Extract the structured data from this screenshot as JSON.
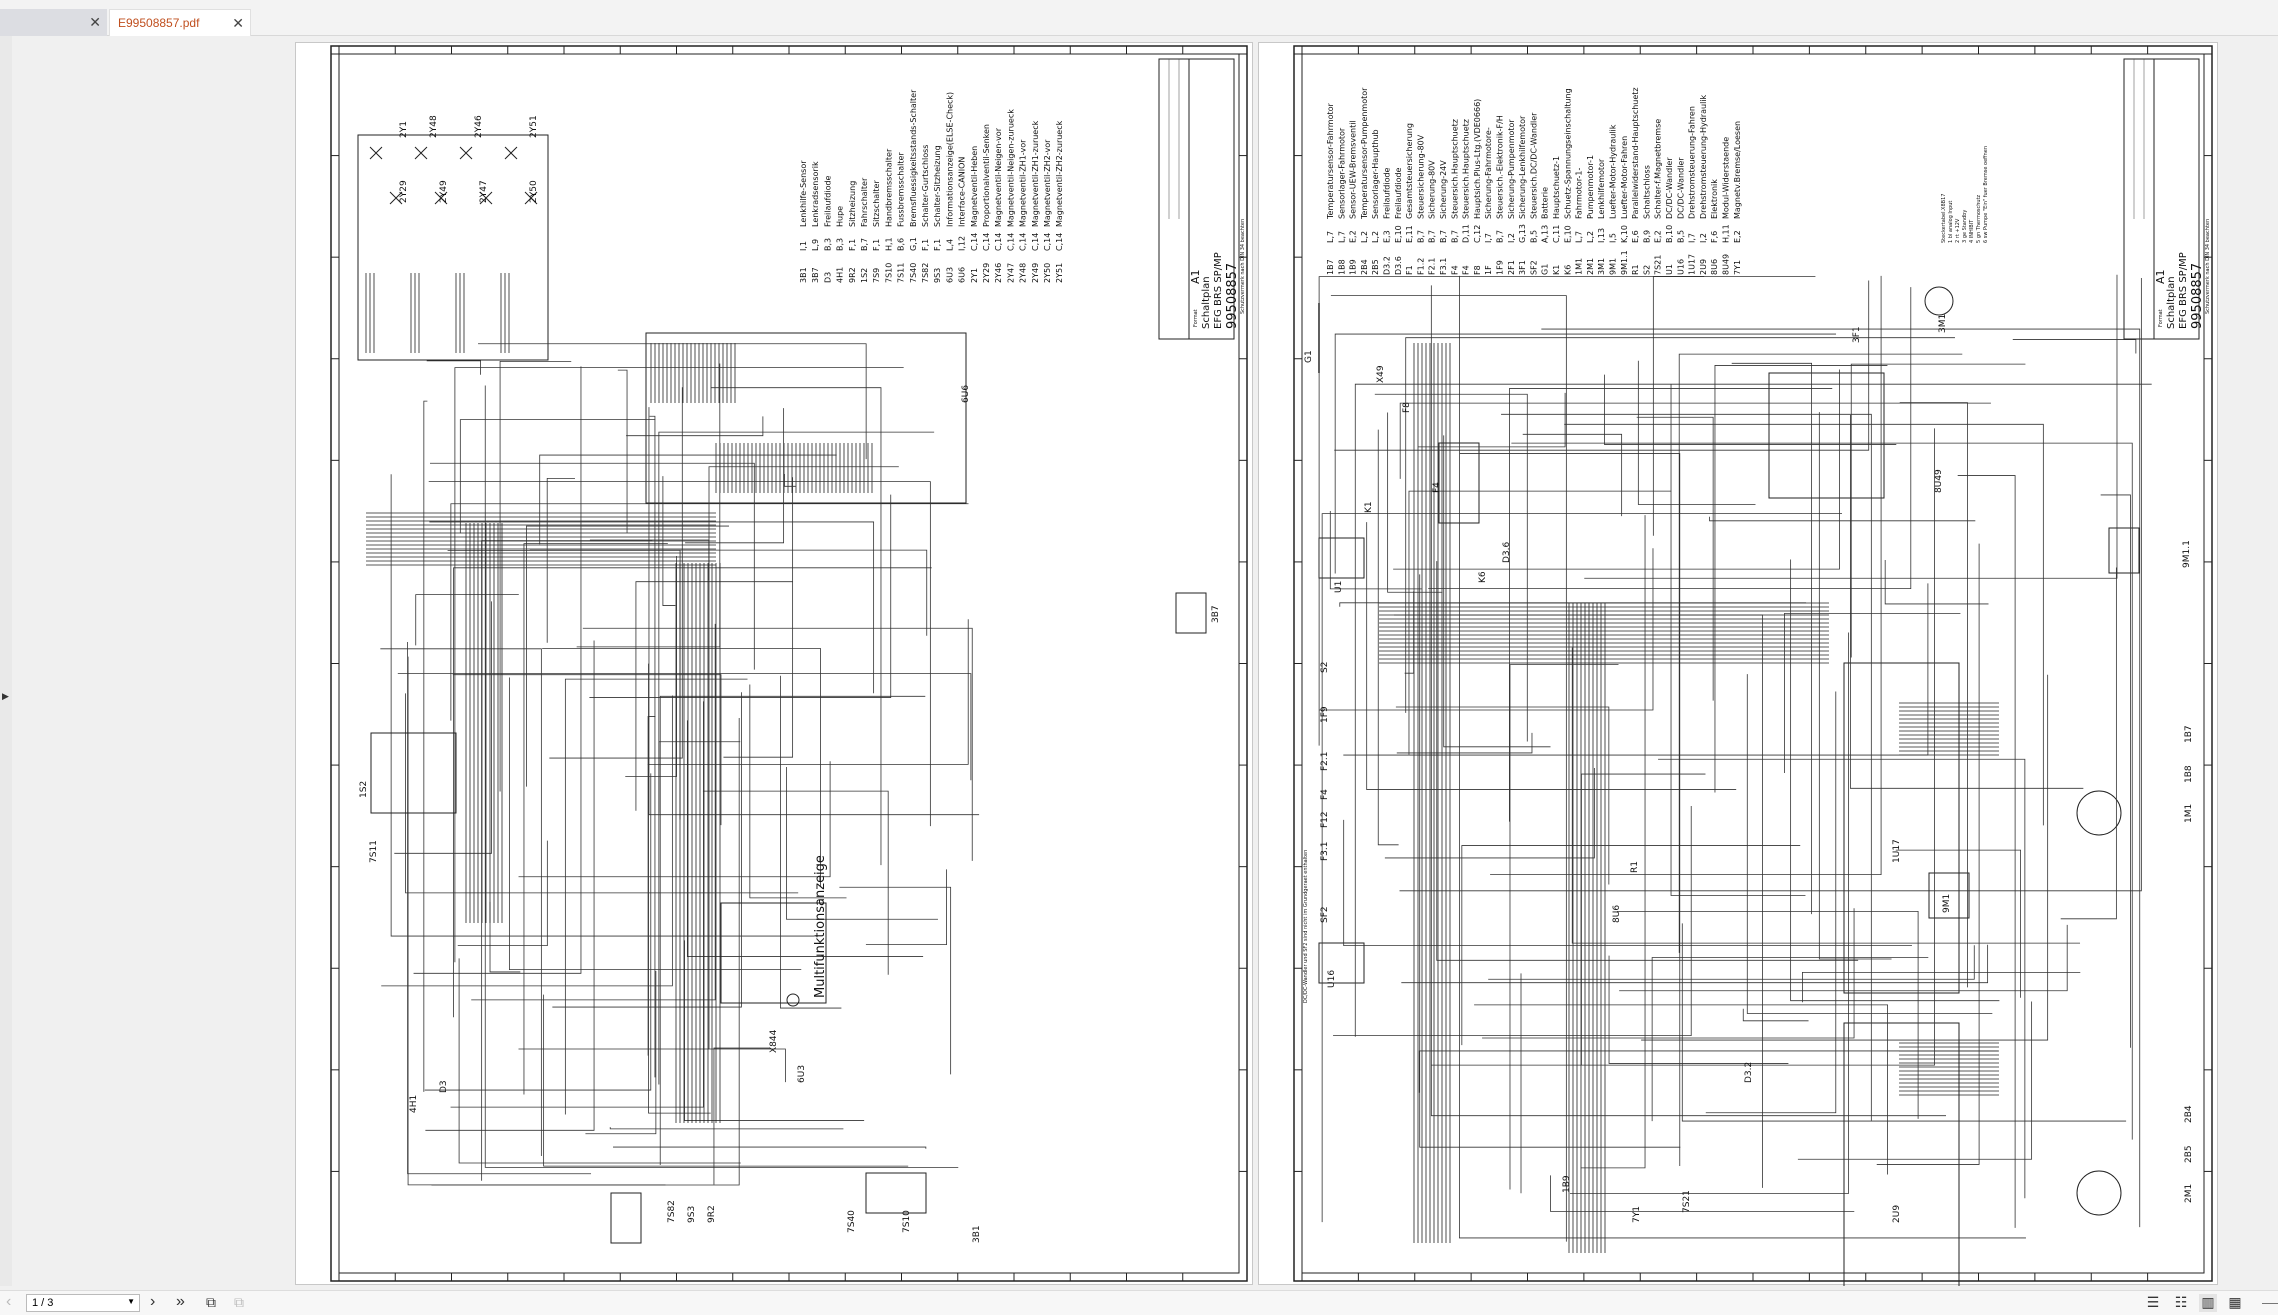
{
  "tabs": [
    {
      "label": "",
      "close": "✕"
    },
    {
      "label": "E99508857.pdf",
      "close": "✕",
      "active": true
    }
  ],
  "toolbar": {
    "page_value": "1 / 3",
    "prev": "‹",
    "next": "›",
    "last": "»"
  },
  "title_block": {
    "format_label": "Format",
    "format": "A1",
    "title1": "Schaltplan",
    "title2": "EFG BRS SP/MP",
    "drawing_no": "99508857",
    "notice": "Schutzvermerk nach DIN 34 beachten"
  },
  "page1": {
    "legend": [
      [
        "3B1",
        "I,1",
        "Lenkhilfe-Sensor"
      ],
      [
        "3B7",
        "L,9",
        "Lenkradsensorik"
      ],
      [
        "D3",
        "B,3",
        "Freilaufdiode"
      ],
      [
        "4H1",
        "B,3",
        "Hupe"
      ],
      [
        "9R2",
        "F,1",
        "Sitzheizung"
      ],
      [
        "1S2",
        "B,7",
        "Fahrschalter"
      ],
      [
        "7S9",
        "F,1",
        "Sitzschalter"
      ],
      [
        "7S10",
        "H,1",
        "Handbremsschalter"
      ],
      [
        "7S11",
        "B,6",
        "Fussbremsschalter"
      ],
      [
        "7S40",
        "G,1",
        "Bremsfluessigkeitsstands-Schalter"
      ],
      [
        "7S82",
        "F,1",
        "Schalter-Gurtschloss"
      ],
      [
        "9S3",
        "F,1",
        "Schalter-Sitzheizung"
      ],
      [
        "6U3",
        "L,4",
        "Informationsanzeige(ELSE-Check)"
      ],
      [
        "6U6",
        "I,12",
        "Interface-CANION"
      ],
      [
        "2Y1",
        "C,14",
        "Magnetventil-Heben"
      ],
      [
        "2Y29",
        "C,14",
        "Proportionalventil-Senken"
      ],
      [
        "2Y46",
        "C,14",
        "Magnetventil-Neigen-vor"
      ],
      [
        "2Y47",
        "C,14",
        "Magnetventil-Neigen-zurueck"
      ],
      [
        "2Y48",
        "C,14",
        "Magnetventil-ZH1-vor"
      ],
      [
        "2Y49",
        "C,14",
        "Magnetventil-ZH1-zurueck"
      ],
      [
        "2Y50",
        "C,14",
        "Magnetventil-ZH2-vor"
      ],
      [
        "2Y51",
        "C,14",
        "Magnetventil-ZH2-zurueck"
      ]
    ],
    "components": [
      "2Y1",
      "2Y48",
      "2Y46",
      "2Y51",
      "2Y29",
      "2Y49",
      "2Y47",
      "2Y50",
      "6U6",
      "3B7",
      "1S2",
      "7S11",
      "4H1",
      "D3",
      "9S3",
      "7S82",
      "9R2",
      "7S40",
      "7S10",
      "3B1",
      "X844",
      "6U3"
    ],
    "display_label": "Multifunktionsanzeige"
  },
  "page2": {
    "legend": [
      [
        "1B7",
        "L,7",
        "Temperatursensor-Fahrmotor"
      ],
      [
        "1B8",
        "L,7",
        "Sensorlager-Fahrmotor"
      ],
      [
        "1B9",
        "E,2",
        "Sensor-UEW-Bremsventil"
      ],
      [
        "2B4",
        "L,2",
        "Temperatursensor-Pumpenmotor"
      ],
      [
        "2B5",
        "L,2",
        "Sensorlager-Haupthub"
      ],
      [
        "D3.2",
        "E,3",
        "Freilaufdiode"
      ],
      [
        "D3.6",
        "E,10",
        "Freilaufdiode"
      ],
      [
        "F1",
        "E,11",
        "Gesamtsteuersicherung"
      ],
      [
        "F1.2",
        "B,7",
        "Steuersicherung-80V"
      ],
      [
        "F2.1",
        "B,7",
        "Sicherung-80V"
      ],
      [
        "F3.1",
        "B,7",
        "Sicherung-24V"
      ],
      [
        "F4",
        "B,7",
        "Steuersich.Hauptschuetz"
      ],
      [
        "F4",
        "D,11",
        "Steuersich.Hauptschuetz"
      ],
      [
        "F8",
        "C,12",
        "Hauptsich.Plus-Ltg.(VDE0666)"
      ],
      [
        "1F",
        "I,7",
        "Sicherung-Fahrmotore-"
      ],
      [
        "1F9",
        "B,7",
        "Steuersich.-Elektronik-F/H"
      ],
      [
        "2F1",
        "I,2",
        "Sicherung-Pumpenmotor"
      ],
      [
        "3F1",
        "G,13",
        "Sicherung-Lenkhilfemotor"
      ],
      [
        "SF2",
        "B,5",
        "Steuersich.DC/DC-Wandler"
      ],
      [
        "G1",
        "A,13",
        "Batterie"
      ],
      [
        "K1",
        "C,11",
        "Hauptschuetz-1"
      ],
      [
        "K6",
        "E,10",
        "Schuetz-Spannungseinschaltung"
      ],
      [
        "1M1",
        "L,7",
        "Fahrmotor-1-"
      ],
      [
        "2M1",
        "L,2",
        "Pumpenmotor-1"
      ],
      [
        "3M1",
        "I,13",
        "Lenkhilfemotor"
      ],
      [
        "9M1",
        "I,5",
        "Luefter-Motor-Hydraulik"
      ],
      [
        "9M1.1",
        "K,10",
        "Luefter-Motor-Fahren"
      ],
      [
        "R1",
        "E,6",
        "Parallelwiderstand-Hauptschuetz"
      ],
      [
        "S2",
        "B,9",
        "Schaltschloss"
      ],
      [
        "7S21",
        "E,2",
        "Schalter-f.Magnetbremse"
      ],
      [
        "U1",
        "B,10",
        "DC/DC-Wandler"
      ],
      [
        "U16",
        "B,5",
        "DC/DC-Wandler"
      ],
      [
        "1U17",
        "I,7",
        "Drehstromsteuerung-Fahren"
      ],
      [
        "2U9",
        "I,2",
        "Drehstromsteuerung-Hydraulik"
      ],
      [
        "8U6",
        "F,6",
        "Elektronik"
      ],
      [
        "8U49",
        "H,11",
        "Modul-Widerstaende"
      ],
      [
        "7Y1",
        "E,2",
        "Magnetv.Bremse/Loesen"
      ]
    ],
    "components": [
      "G1",
      "F8",
      "X49",
      "K1",
      "F4",
      "K6",
      "D3.6",
      "U1",
      "S2",
      "1F9",
      "F2.1",
      "F12",
      "F4",
      "F3.1",
      "SF2",
      "U16",
      "R1",
      "8U6",
      "D3.2",
      "1B9",
      "7Y1",
      "7S21",
      "3M1",
      "3F1",
      "8U49",
      "9M1.1",
      "1B7",
      "1B8",
      "1M1",
      "1U17",
      "9M1",
      "2B4",
      "2B5",
      "2M1",
      "2U9"
    ],
    "plug_notes": [
      "Steckertabel.X8B17",
      "1  bl   analog Input",
      "2  rt   +12V",
      "3  ge   Standby",
      "4  INHIBIT",
      "5  gn   Thermoschutz",
      "6  sw   Pumpe \"Ein\" fuer Bremse oeffnen"
    ],
    "dcdc_note": "DC/DC-Wandler und SF2 sind nicht im Grundgeraet enthalten"
  }
}
